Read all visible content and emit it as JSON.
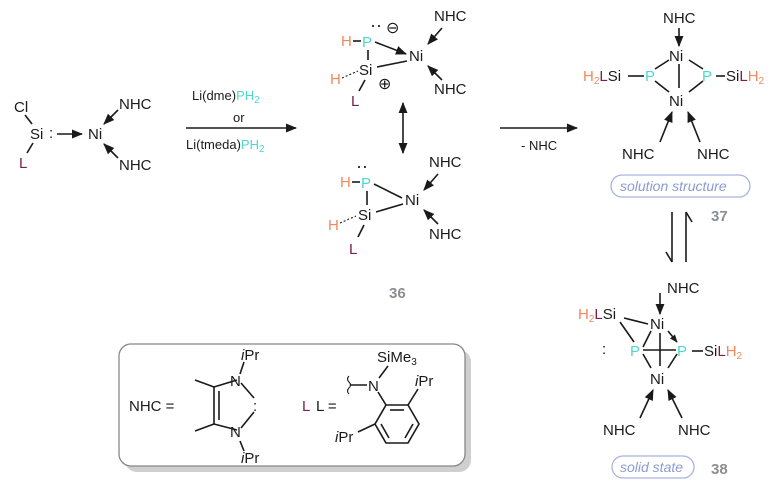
{
  "colors": {
    "P": "#4dd8c8",
    "H": "#ef8a5d",
    "L": "#7a1f4a",
    "text": "#1a1a1a",
    "compound_number": "#8a8f94",
    "state_label": "#8c9bcf",
    "legend_border": "#888888",
    "legend_shadow": "#cfcfcf"
  },
  "atoms": {
    "Cl": "Cl",
    "Si": "Si",
    "Ni": "Ni",
    "P": "P",
    "H": "H",
    "L": "L",
    "H2": "H",
    "sub2": "2",
    "N": "N",
    "NHC": "NHC",
    "lone_pair": ":",
    "lone_pair_dots": "··",
    "minus": "⊖",
    "plus": "⊕"
  },
  "reagents": {
    "r1_prefix": "Li(dme)",
    "r1_PH": "PH",
    "r1_sub": "2",
    "or": "or",
    "r2_prefix": "Li(tmeda)",
    "r2_PH": "PH",
    "r2_sub": "2",
    "minus_nhc": "- NHC"
  },
  "labels": {
    "c36": "36",
    "c37": "37",
    "c38": "38",
    "solution_structure": "solution structure",
    "solid_state": "solid state"
  },
  "legend": {
    "nhc_eq": "NHC =",
    "l_eq": "L =",
    "ipr_i": "i",
    "ipr_pr": "Pr",
    "sime3": "SiMe",
    "sime3_sub": "3",
    "N": "N"
  },
  "icons": {
    "equilibrium": "double-half-arrow",
    "resonance": "double-headed-arrow",
    "reaction": "arrow-right"
  }
}
